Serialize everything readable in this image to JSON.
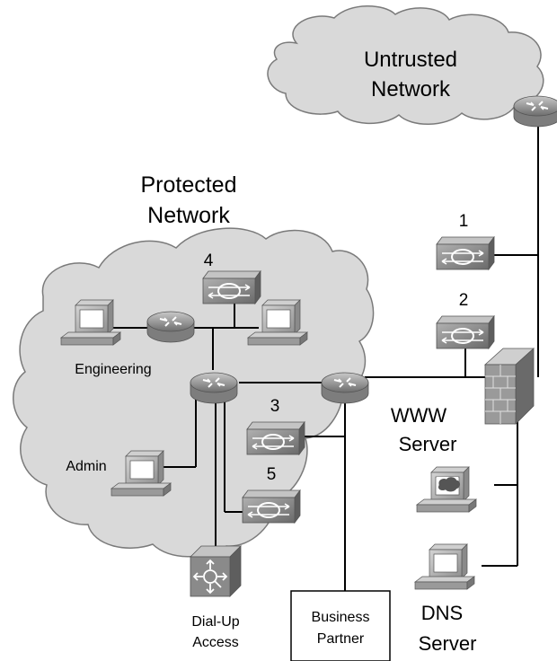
{
  "clouds": {
    "untrusted": {
      "line1": "Untrusted",
      "line2": "Network"
    },
    "protected": {
      "line1": "Protected",
      "line2": "Network"
    }
  },
  "devices": {
    "ids_sensors": {
      "s1": "1",
      "s2": "2",
      "s3": "3",
      "s4": "4",
      "s5": "5"
    },
    "engineering_label": "Engineering",
    "admin_label": "Admin",
    "www_server": {
      "line1": "WWW",
      "line2": "Server"
    },
    "dns_server": {
      "line1": "DNS",
      "line2": "Server"
    },
    "dialup": {
      "line1": "Dial-Up",
      "line2": "Access"
    },
    "business_partner": {
      "line1": "Business",
      "line2": "Partner"
    }
  },
  "colors": {
    "cloud_fill": "#d9d9d9",
    "cloud_stroke": "#7a7a7a",
    "device_dark": "#8c8c8c",
    "firewall": "#9a9a9a",
    "line": "#000000"
  }
}
